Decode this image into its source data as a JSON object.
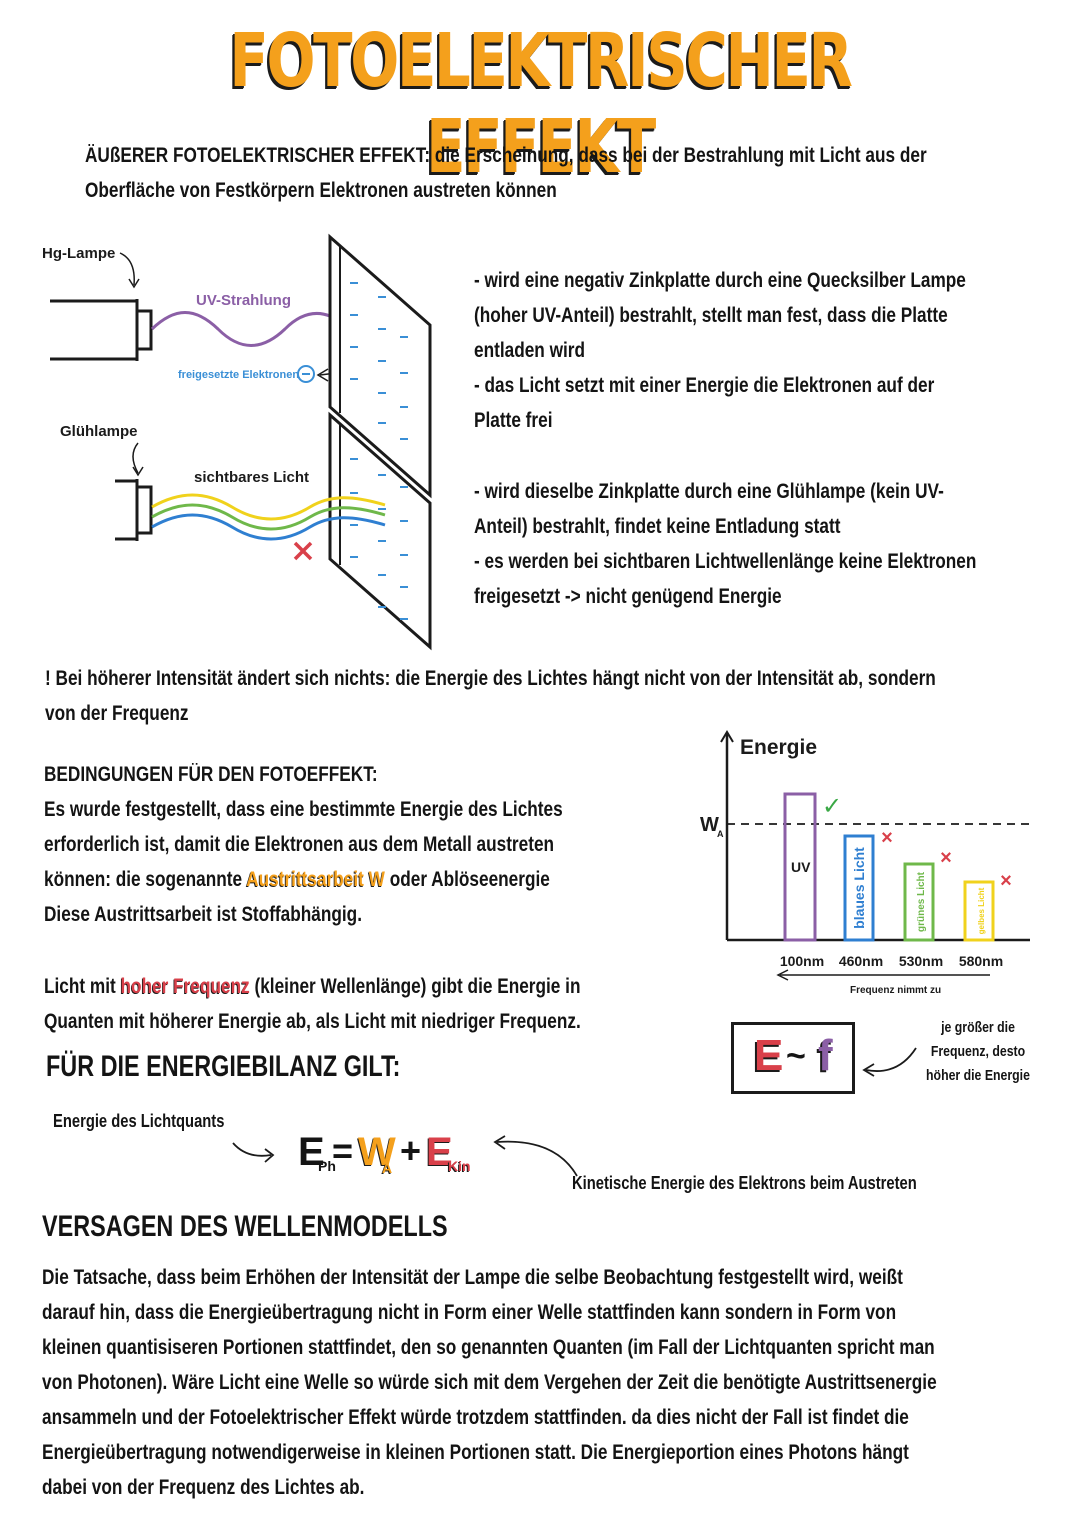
{
  "title": "FOTOELEKTRISCHER EFFEKT",
  "definition": {
    "line1": "ÄUßERER FOTOELEKTRISCHER EFFEKT: die Erscheinung, dass bei der Bestrahlung mit Licht aus der",
    "line2": "Oberfläche von Festkörpern Elektronen austreten können"
  },
  "experiment": {
    "hg_lamp": "Hg-Lampe",
    "uv_label": "UV-Strahlung",
    "electrons_label": "freigesetzte Elektronen",
    "gluehlampe": "Glühlampe",
    "visible_label": "sichtbares Licht",
    "uv_color": "#8b5fa6",
    "electron_color": "#3a8fd6"
  },
  "observations": {
    "l1": "- wird eine negativ Zinkplatte durch eine Quecksilber Lampe",
    "l2": "(hoher UV-Anteil) bestrahlt, stellt man fest, dass die Platte",
    "l3": "entladen wird",
    "l4": "- das Licht setzt mit einer Energie die Elektronen auf der",
    "l5": "Platte frei",
    "l6": "- wird dieselbe Zinkplatte durch eine Glühlampe (kein UV-",
    "l7": "Anteil) bestrahlt, findet keine Entladung statt",
    "l8": "- es werden bei sichtbaren Lichtwellenlänge keine Elektronen",
    "l9": "freigesetzt -> nicht genügend Energie"
  },
  "intensity_note": {
    "l1": "! Bei höherer Intensität ändert sich nichts: die Energie des Lichtes hängt nicht von der Intensität ab, sondern",
    "l2": "von der Frequenz"
  },
  "conditions": {
    "heading": "BEDINGUNGEN FÜR DEN FOTOEFFEKT:",
    "l1": "Es wurde festgestellt, dass eine bestimmte Energie des Lichtes",
    "l2": "erforderlich ist, damit die Elektronen aus dem Metall austreten",
    "l3a": "können: die sogenannte ",
    "l3hl": "Austrittsarbeit W",
    "l3b": "  oder Ablöseenergie",
    "l4": "Diese Austrittsarbeit ist Stoffabhängig."
  },
  "frequency": {
    "l1a": "Licht mit ",
    "l1hl": "hoher Frequenz",
    "l1b": " (kleiner Wellenlänge) gibt die Energie in",
    "l2": "Quanten mit höherer Energie ab, als Licht mit niedriger Frequenz."
  },
  "chart_data": {
    "type": "bar",
    "ylabel": "Energie",
    "threshold_label": "W",
    "threshold_subscript": "A",
    "categories": [
      "100nm",
      "460nm",
      "530nm",
      "580nm"
    ],
    "bar_labels": [
      "UV",
      "blaues Licht",
      "grünes Licht",
      "gelbes Licht"
    ],
    "bar_colors": [
      "#8b5fa6",
      "#2f7fd1",
      "#6fb84a",
      "#f0d21c"
    ],
    "marks": [
      "✓",
      "×",
      "×",
      "×"
    ],
    "mark_colors": [
      "#3aa845",
      "#d9404a",
      "#d9404a",
      "#d9404a"
    ],
    "xlabel": "Frequenz nimmt zu"
  },
  "formula_box": {
    "E": "E",
    "tilde": "~",
    "f": "f",
    "note_l1": "je größer die",
    "note_l2": "Frequenz, desto",
    "note_l3": "höher die Energie"
  },
  "balance": {
    "heading": "FÜR DIE ENERGIEBILANZ GILT:",
    "left_label": "Energie des Lichtquants",
    "right_label": "Kinetische Energie des Elektrons beim Austreten",
    "E": "E",
    "Ph": "Ph",
    "eq": "=",
    "W": "W",
    "A": "A",
    "plus": "+",
    "E2": "E",
    "Kin": "Kin"
  },
  "wave_model": {
    "heading": "VERSAGEN DES WELLENMODELLS",
    "lines": [
      "Die Tatsache, dass beim Erhöhen der Intensität der Lampe die selbe Beobachtung festgestellt wird, weißt",
      "darauf hin, dass die Energieübertragung nicht in Form einer Welle stattfinden kann sondern in Form von",
      "kleinen quantisiseren Portionen stattfindet, den so genannten Quanten (im Fall der Lichtquanten spricht man",
      "von Photonen). Wäre Licht eine Welle so würde sich mit dem Vergehen der Zeit die benötigte Austrittsenergie",
      "ansammeln und der Fotoelektrischer Effekt würde trotzdem stattfinden. da dies nicht der Fall ist findet die",
      "Energieübertragung notwendigerweise in kleinen Portionen statt. Die Energieportion eines Photons hängt",
      "dabei von der Frequenz des Lichtes ab."
    ]
  }
}
